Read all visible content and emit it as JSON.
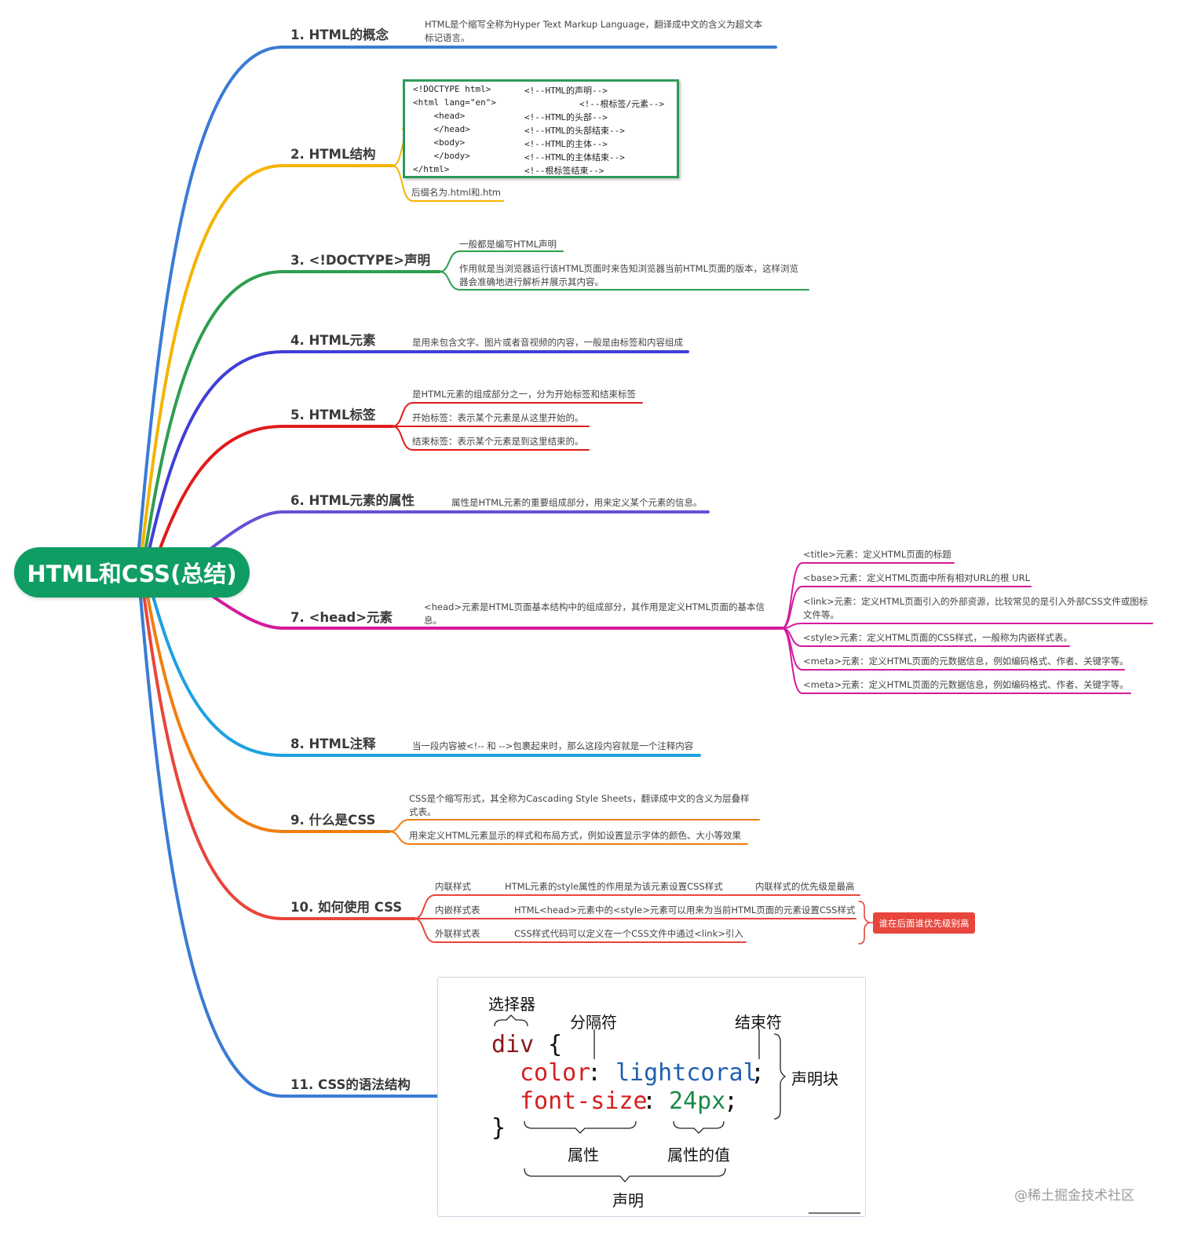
{
  "root": "HTML和CSS(总结)",
  "colors": {
    "root": "#0f9d63",
    "b1": "#3a7bd5",
    "b2": "#f4b400",
    "b3": "#2e9e4f",
    "b4": "#3f3fd8",
    "b5": "#e01b1b",
    "b6": "#6a4fd6",
    "b7": "#d41a9c",
    "b8": "#1da1e0",
    "b9": "#f07f10",
    "b10": "#e8453c",
    "b11": "#3a7bd5"
  },
  "branches": [
    {
      "title": "1. HTML的概念",
      "leaves": [
        "HTML是个缩写全称为Hyper Text Markup Language，翻译成中文的含义为超文本标记语言。"
      ]
    },
    {
      "title": "2. HTML结构",
      "leaves": [
        "后缀名为.html和.htm"
      ]
    },
    {
      "title": "3. <!DOCTYPE>声明",
      "leaves": [
        "一般都是编写HTML声明",
        "作用就是当浏览器运行该HTML页面时来告知浏览器当前HTML页面的版本，这样浏览器会准确地进行解析并展示其内容。"
      ]
    },
    {
      "title": "4. HTML元素",
      "leaves": [
        "是用来包含文字、图片或者音视频的内容，一般是由标签和内容组成"
      ]
    },
    {
      "title": "5. HTML标签",
      "leaves": [
        "是HTML元素的组成部分之一，分为开始标签和结束标签",
        "开始标签：表示某个元素是从这里开始的。",
        "结束标签：表示某个元素是到这里结束的。"
      ]
    },
    {
      "title": "6. HTML元素的属性",
      "leaves": [
        "属性是HTML元素的重要组成部分，用来定义某个元素的信息。"
      ]
    },
    {
      "title": "7. <head>元素",
      "leaves": [
        "<head>元素是HTML页面基本结构中的组成部分，其作用是定义HTML页面的基本信息。"
      ],
      "children": [
        "<title>元素：定义HTML页面的标题",
        "<base>元素：定义HTML页面中所有相对URL的根 URL",
        "<link>元素：定义HTML页面引入的外部资源，比较常见的是引入外部CSS文件或图标文件等。",
        "<style>元素：定义HTML页面的CSS样式，一般称为内嵌样式表。",
        "<meta>元素：定义HTML页面的元数据信息，例如编码格式、作者、关键字等。",
        "<meta>元素：定义HTML页面的元数据信息，例如编码格式、作者、关键字等。"
      ]
    },
    {
      "title": "8. HTML注释",
      "leaves": [
        "当一段内容被<!-- 和 -->包裹起来时，那么这段内容就是一个注释内容"
      ]
    },
    {
      "title": "9. 什么是CSS",
      "leaves": [
        "CSS是个缩写形式，其全称为Cascading Style Sheets，翻译成中文的含义为层叠样式表。",
        "用来定义HTML元素显示的样式和布局方式，例如设置显示字体的颜色、大小等效果"
      ]
    },
    {
      "title": "10. 如何使用 CSS",
      "rows": [
        {
          "name": "内联样式",
          "desc": "HTML元素的style属性的作用是为该元素设置CSS样式",
          "note": "内联样式的优先级是最高"
        },
        {
          "name": "内嵌样式表",
          "desc": "HTML<head>元素中的<style>元素可以用来为当前HTML页面的元素设置CSS样式"
        },
        {
          "name": "外联样式表",
          "desc": "CSS样式代码可以定义在一个CSS文件中通过<link>引入"
        }
      ],
      "badge": "谁在后面谁优先级别高"
    },
    {
      "title": "11. CSS的语法结构"
    }
  ],
  "html_code": [
    {
      "code": "<!DOCTYPE html>",
      "comment": "<!--HTML的声明-->"
    },
    {
      "code": "<html lang=\"en\">",
      "comment": "<!--根标签/元素-->"
    },
    {
      "code": "    <head>",
      "comment": "<!--HTML的头部-->"
    },
    {
      "code": "    </head>",
      "comment": "<!--HTML的头部结束-->"
    },
    {
      "code": "    <body>",
      "comment": "<!--HTML的主体-->"
    },
    {
      "code": "    </body>",
      "comment": "<!--HTML的主体结束-->"
    },
    {
      "code": "</html>",
      "comment": "<!--根标签结束-->"
    }
  ],
  "css_syntax": {
    "selector_label": "选择器",
    "separator_label": "分隔符",
    "terminator_label": "结束符",
    "block_label": "声明块",
    "property_label": "属性",
    "value_label": "属性的值",
    "declaration_label": "声明",
    "selector": "div",
    "open_brace": "{",
    "close_brace": "}",
    "prop1": "color",
    "colon1": ":",
    "val1": "lightcoral",
    "semi1": ";",
    "prop2": "font-size",
    "colon2": ":",
    "val2": "24px",
    "semi2": ";",
    "colors": {
      "selector": "#8b1a1a",
      "property": "#d42020",
      "value1": "#1f5fb0",
      "value2": "#1a8a4a"
    }
  },
  "watermark": "@稀土掘金技术社区"
}
